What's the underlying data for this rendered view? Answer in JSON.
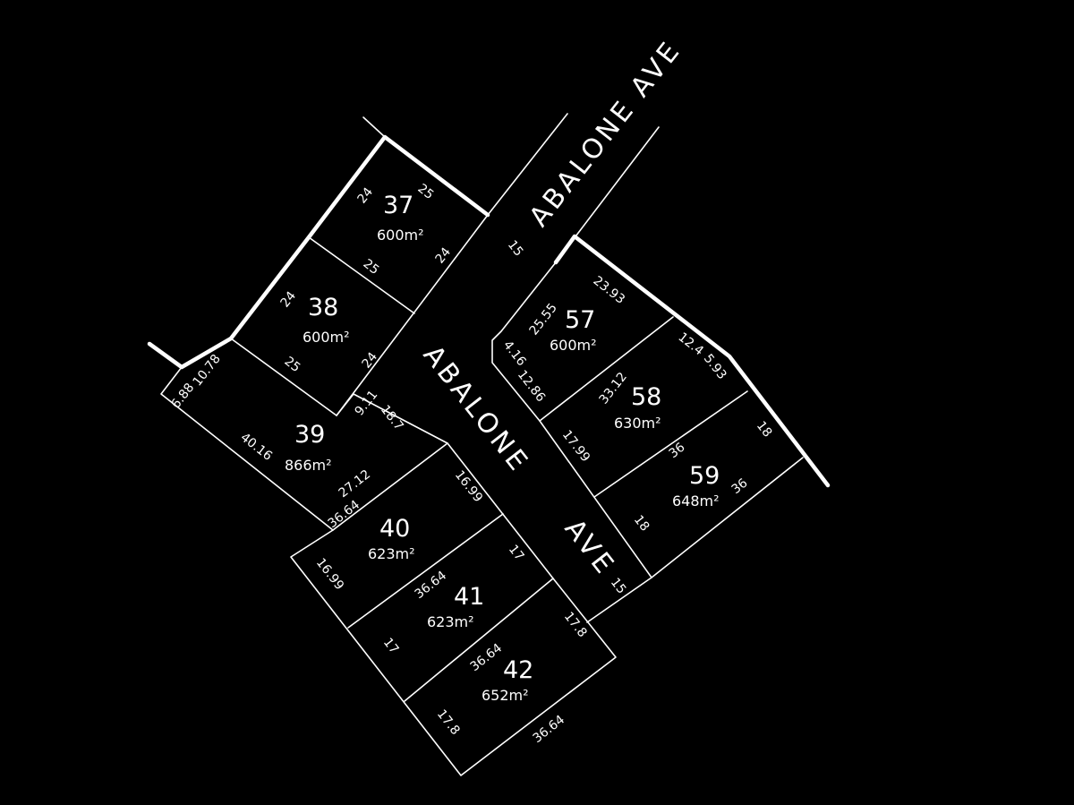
{
  "map": {
    "roads": {
      "upper_label": "ABALONE AVE",
      "middle_label": "ABALONE",
      "lower_label": "AVE"
    },
    "lots": [
      {
        "number": "37",
        "area": "600m²"
      },
      {
        "number": "38",
        "area": "600m²"
      },
      {
        "number": "39",
        "area": "866m²"
      },
      {
        "number": "40",
        "area": "623m²"
      },
      {
        "number": "41",
        "area": "623m²"
      },
      {
        "number": "42",
        "area": "652m²"
      },
      {
        "number": "57",
        "area": "600m²"
      },
      {
        "number": "58",
        "area": "630m²"
      },
      {
        "number": "59",
        "area": "648m²"
      }
    ],
    "dimensions": {
      "l37_left": "24",
      "l37_top": "25",
      "l37_right": "24",
      "l37_bottom": "25",
      "l38_left": "24",
      "l38_bottom": "25",
      "l38_right": "24",
      "l39_a": "6.88",
      "l39_b": "10.78",
      "l39_c": "9.11",
      "l39_d": "18.7",
      "l39_e": "40.16",
      "l39_f": "27.12",
      "l40_a": "36.64",
      "l40_b": "16.99",
      "l40_c": "16.99",
      "l41_a": "36.64",
      "l41_b": "17",
      "l41_c": "17",
      "l42_a": "36.64",
      "l42_b": "17.8",
      "l42_c": "17.8",
      "l42_d": "36.64",
      "road_width_top": "15",
      "road_width_bottom": "15",
      "l57_a": "25.55",
      "l57_b": "23.93",
      "l57_c": "4.16",
      "l57_d": "12.86",
      "l58_a": "33.12",
      "l58_b": "12.4",
      "l58_c": "5.93",
      "l58_d": "17.99",
      "l59_a": "36",
      "l59_b": "18",
      "l59_c": "36",
      "l59_d": "18"
    }
  }
}
